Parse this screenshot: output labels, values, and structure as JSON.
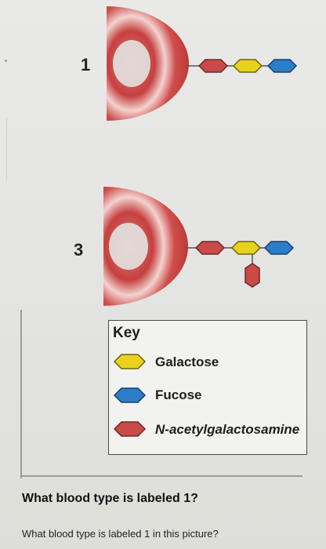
{
  "diagram": {
    "cell_1_label": "1",
    "cell_3_label": "3"
  },
  "key": {
    "title": "Key",
    "items": [
      {
        "label": "Galactose",
        "color": "#e8d21c",
        "icon": "yellow-hexagon"
      },
      {
        "label": "Fucose",
        "color": "#2b7ec9",
        "icon": "blue-hexagon"
      },
      {
        "label": "N-acetylgalactosamine",
        "color": "#c94a46",
        "icon": "red-hexagon"
      }
    ]
  },
  "question": {
    "title": "What blood type is labeled 1?",
    "text": "What blood type is labeled 1 in this picture?"
  }
}
